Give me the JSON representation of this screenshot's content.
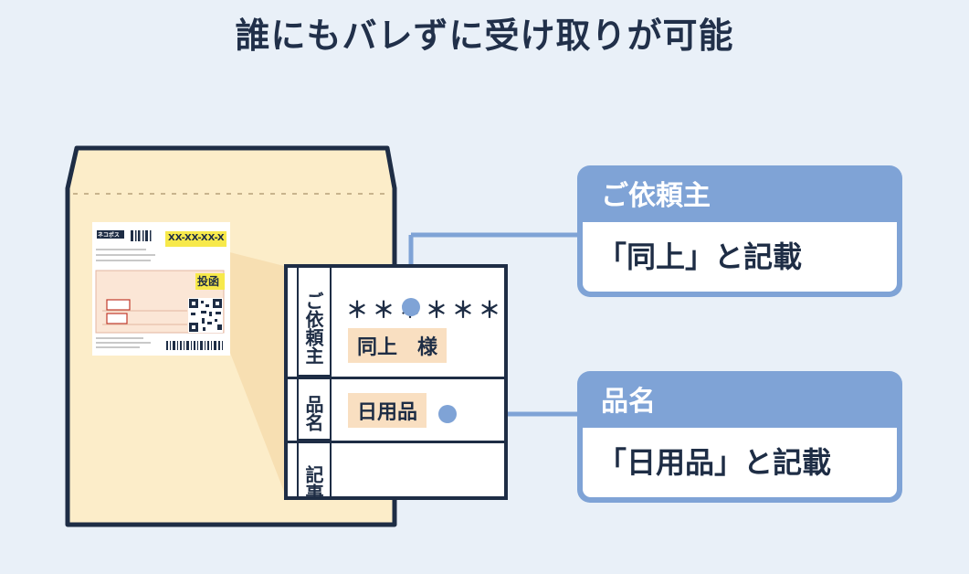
{
  "headline": "誰にもバレずに受け取りが可能",
  "colors": {
    "background": "#e9f0f8",
    "envelope": "#fcedc9",
    "navy": "#1e2d45",
    "callout_blue": "#7fa3d6",
    "highlight": "#f9dfc1",
    "tracking_yellow": "#f7e94b"
  },
  "mini_label": {
    "brand": "ネコポス",
    "tracking": "XX-XX-XX-X",
    "stamp": "投函"
  },
  "zoom_panel": {
    "requester_header": "ご依頼主",
    "masked_value": "＊＊＊＊＊＊＊",
    "requester_name": "同上　様",
    "item_header": "品名",
    "item_value": "日用品",
    "notes_header": "記事"
  },
  "callouts": [
    {
      "title": "ご依頼主",
      "body": "「同上」と記載"
    },
    {
      "title": "品名",
      "body": "「日用品」と記載"
    }
  ]
}
